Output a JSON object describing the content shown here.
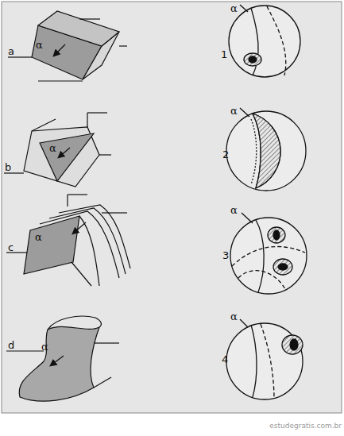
{
  "diagram": {
    "labels": [
      "a",
      "α",
      "α",
      "1",
      "b",
      "α",
      "α",
      "2",
      "c",
      "α",
      "α",
      "3",
      "d",
      "α",
      "α",
      "4",
      "estudegratis.com.br"
    ]
  }
}
